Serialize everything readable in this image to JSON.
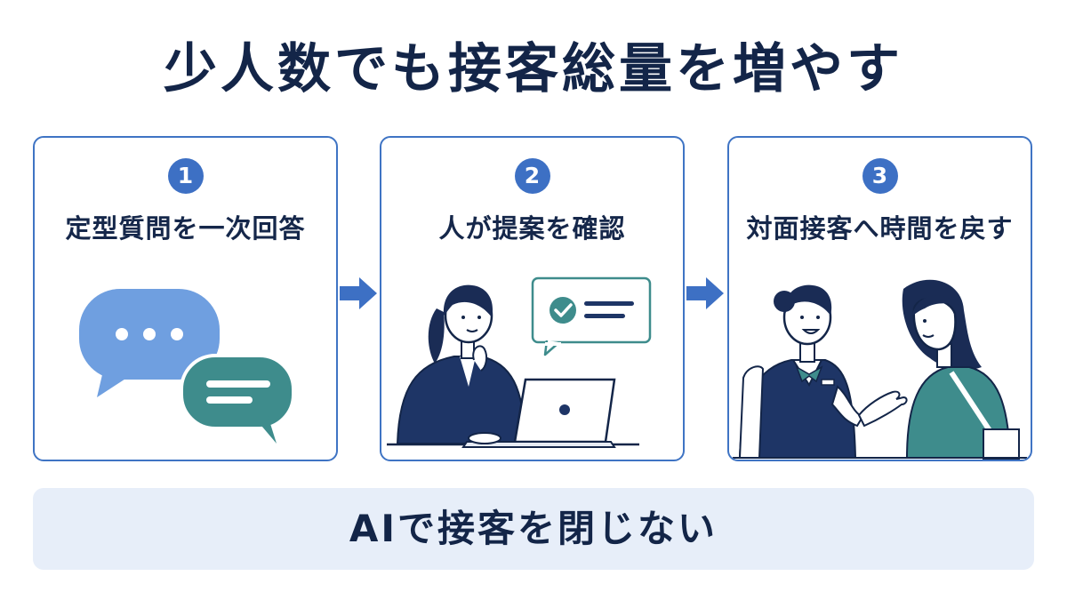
{
  "title": "少人数でも接客総量を増やす",
  "steps": [
    {
      "number": "1",
      "title": "定型質問を一次回答"
    },
    {
      "number": "2",
      "title": "人が提案を確認"
    },
    {
      "number": "3",
      "title": "対面接客へ時間を戻す"
    }
  ],
  "banner": "AIで接客を閉じない",
  "colors": {
    "navy": "#132548",
    "accent_blue": "#3d70c4",
    "light_blue": "#6f9fe0",
    "teal": "#3e8c8c",
    "banner_bg": "#e7eef9"
  },
  "icons": [
    "chat-bubbles-icon",
    "checkmark-icon",
    "laptop-icon",
    "flow-arrow-icon"
  ]
}
